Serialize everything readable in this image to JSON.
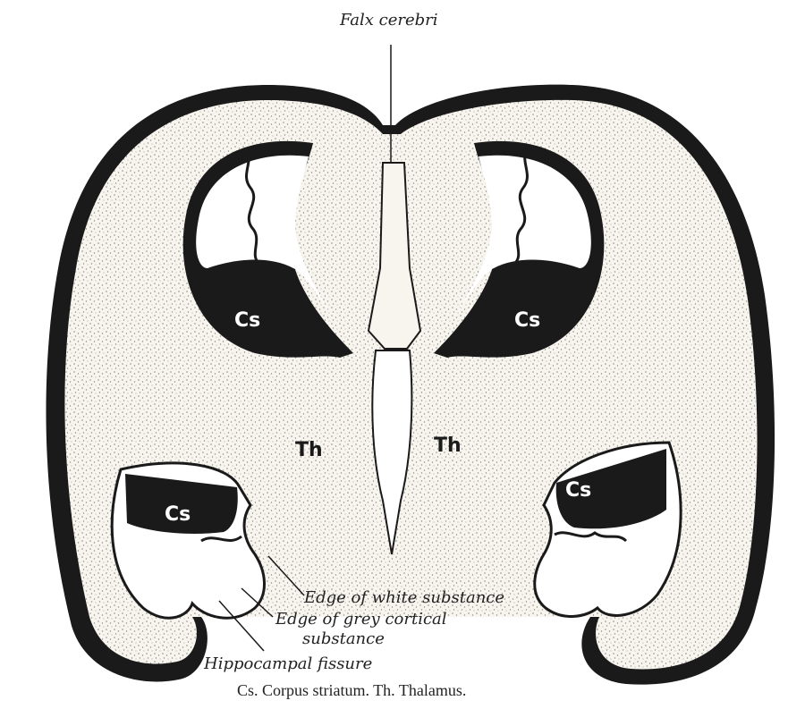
{
  "figure": {
    "labels": {
      "falx_cerebri": "Falx cerebri",
      "edge_white": "Edge of white substance",
      "edge_grey_1": "Edge of grey cortical",
      "edge_grey_2": "substance",
      "hippocampal": "Hippocampal fissure"
    },
    "regions": {
      "cs_upper_left": "Cs",
      "cs_upper_right": "Cs",
      "th_left": "Th",
      "th_right": "Th",
      "cs_lower_left": "Cs",
      "cs_lower_right": "Cs"
    },
    "caption": "Cs. Corpus striatum.   Th. Thalamus."
  },
  "colors": {
    "ink": "#1a1a1a",
    "stipple": "#8a8a8a",
    "paper": "#f7f5ee"
  }
}
